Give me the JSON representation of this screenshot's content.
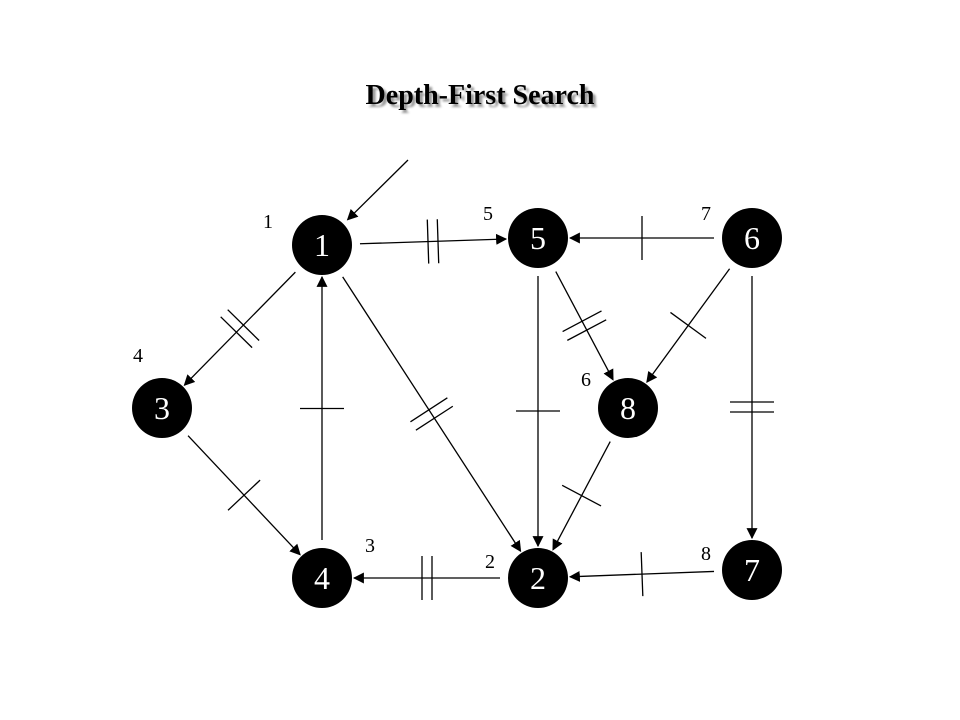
{
  "title": "Depth-First Search",
  "colors": {
    "node_fill": "#000000",
    "node_text": "#ffffff",
    "edge": "#000000",
    "background": "#ffffff"
  },
  "nodes": [
    {
      "id": "1",
      "label": "1",
      "order": "1"
    },
    {
      "id": "5",
      "label": "5",
      "order": "5"
    },
    {
      "id": "6",
      "label": "6",
      "order": "7"
    },
    {
      "id": "3",
      "label": "3",
      "order": "4"
    },
    {
      "id": "8",
      "label": "8",
      "order": "6"
    },
    {
      "id": "4",
      "label": "4",
      "order": "3"
    },
    {
      "id": "2",
      "label": "2",
      "order": "2"
    },
    {
      "id": "7",
      "label": "7",
      "order": "8"
    }
  ],
  "start_arrow_target": "1",
  "edges": [
    {
      "from": "1",
      "to": "5",
      "marks": 2
    },
    {
      "from": "1",
      "to": "2",
      "marks": 2
    },
    {
      "from": "1",
      "to": "3",
      "marks": 2
    },
    {
      "from": "3",
      "to": "4",
      "marks": 1
    },
    {
      "from": "4",
      "to": "1",
      "marks": 1
    },
    {
      "from": "2",
      "to": "4",
      "marks": 2
    },
    {
      "from": "5",
      "to": "8",
      "marks": 2
    },
    {
      "from": "5",
      "to": "2",
      "marks": 1
    },
    {
      "from": "6",
      "to": "5",
      "marks": 1
    },
    {
      "from": "6",
      "to": "8",
      "marks": 1
    },
    {
      "from": "6",
      "to": "7",
      "marks": 2
    },
    {
      "from": "8",
      "to": "2",
      "marks": 1
    },
    {
      "from": "7",
      "to": "2",
      "marks": 1
    }
  ]
}
